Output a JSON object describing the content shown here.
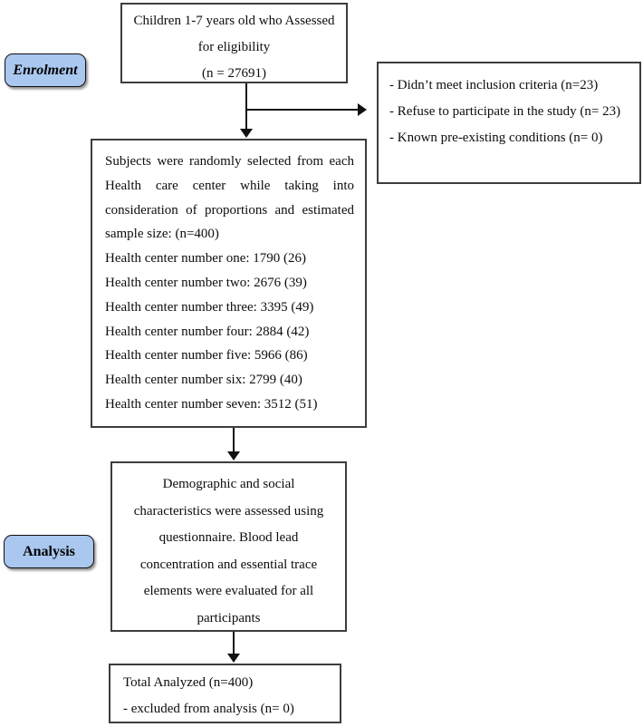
{
  "diagram": {
    "stages": {
      "enrolment": "Enrolment",
      "analysis": "Analysis"
    },
    "eligibility_box": {
      "lines": [
        "Children 1-7 years old who Assessed",
        "for eligibility",
        "(n = 27691)"
      ]
    },
    "exclusion_box": {
      "lines": [
        "- Didn’t meet inclusion criteria (n=23)",
        "- Refuse to participate in the study (n= 23)",
        "- Known pre-existing conditions (n= 0)"
      ]
    },
    "selection_box": {
      "paragraph_lines": [
        "Subjects were randomly selected from each",
        "Health care center while taking into",
        "consideration of proportions and estimated",
        "sample size: (n=400)"
      ],
      "centers": [
        "Health center number one: 1790 (26)",
        "Health center number two: 2676 (39)",
        "Health center number three: 3395 (49)",
        "Health center number four: 2884 (42)",
        "Health center number five: 5966 (86)",
        "Health center number six: 2799 (40)",
        "Health center number seven: 3512 (51)"
      ]
    },
    "assessment_box": {
      "lines": [
        "Demographic and social",
        "characteristics were assessed using",
        "questionnaire. Blood lead",
        "concentration and essential trace",
        "elements were evaluated for all",
        "participants"
      ]
    },
    "analyzed_box": {
      "lines": [
        "Total Analyzed (n=400)",
        "- excluded from analysis (n= 0)"
      ]
    },
    "colors": {
      "stage_label_fill": "#a9c7ef",
      "box_border": "#3d3d3d",
      "arrow": "#111111"
    }
  }
}
